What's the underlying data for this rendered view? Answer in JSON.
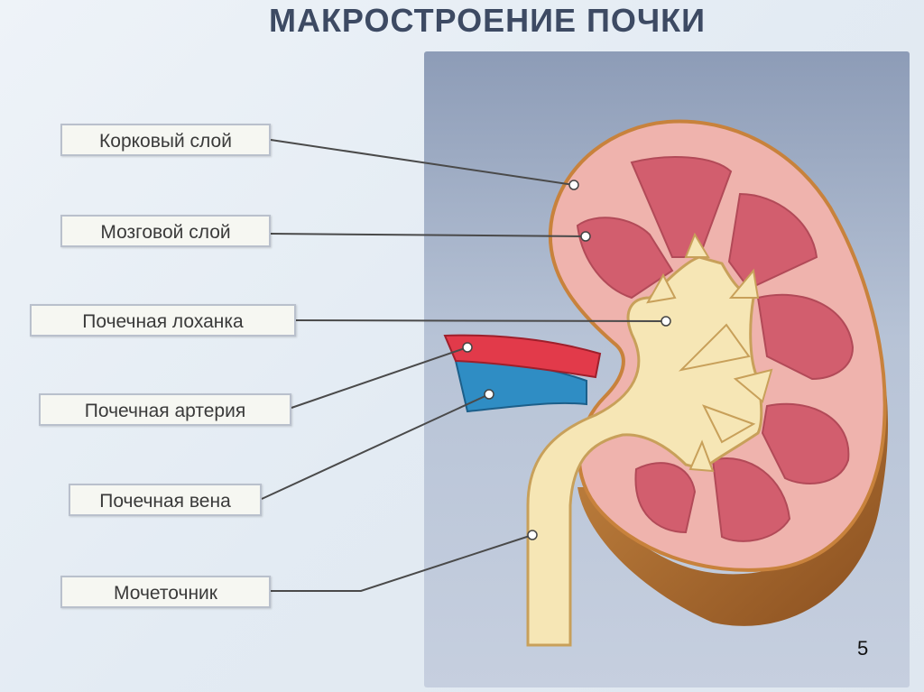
{
  "title": "МАКРОСТРОЕНИЕ ПОЧКИ",
  "labels": {
    "cortex": "Корковый слой",
    "medulla": "Мозговой слой",
    "pelvis": "Почечная лоханка",
    "artery": "Почечная артерия",
    "vein": "Почечная вена",
    "ureter": "Мочеточник"
  },
  "page_number": "5",
  "colors": {
    "cortex": "#efb3ad",
    "pyramid": "#d25e6e",
    "pelvis": "#f6e6b5",
    "artery": "#e23a4a",
    "vein": "#2f8dc4",
    "capsule_back": "#a5652d"
  }
}
